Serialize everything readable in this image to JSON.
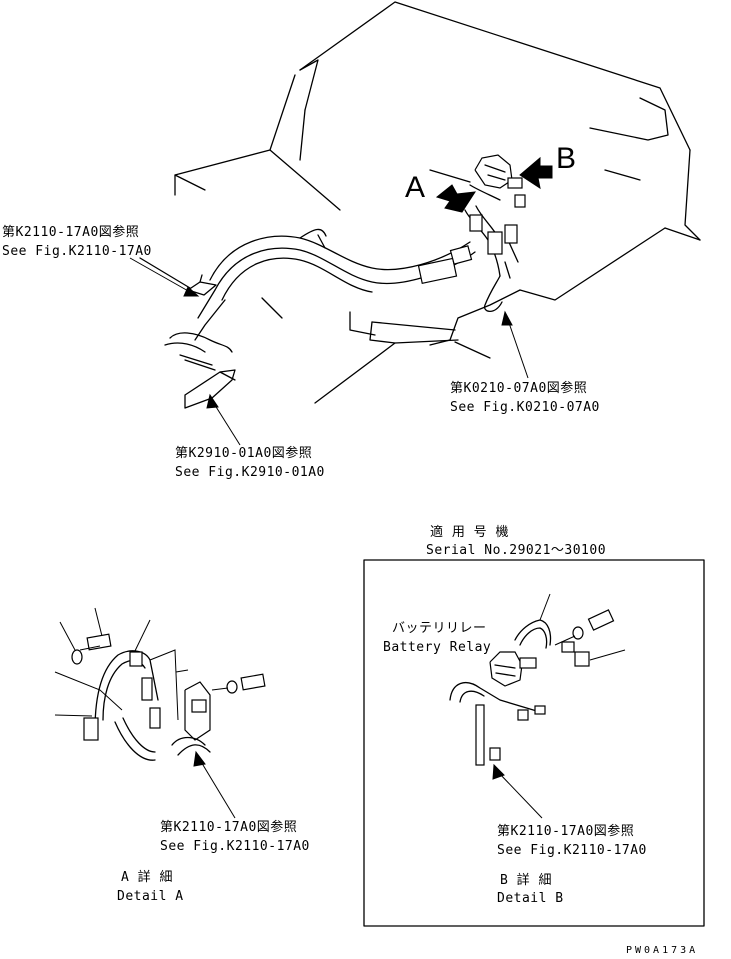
{
  "main_view": {
    "label_a": "A",
    "label_b": "B",
    "ref_k2110_jp": "第K2110-17A0図参照",
    "ref_k2110_en": "See Fig.K2110-17A0",
    "ref_k0210_jp": "第K0210-07A0図参照",
    "ref_k0210_en": "See Fig.K0210-07A0",
    "ref_k2910_jp": "第K2910-01A0図参照",
    "ref_k2910_en": "See Fig.K2910-01A0"
  },
  "detail_a": {
    "ref_jp": "第K2110-17A0図参照",
    "ref_en": "See Fig.K2110-17A0",
    "title_jp": "A 詳 細",
    "title_en": "Detail A"
  },
  "detail_b": {
    "serial_jp": "適 用 号 機",
    "serial_en": "Serial No.29021～30100",
    "relay_jp": "バッテリリレー",
    "relay_en": "Battery Relay",
    "ref_jp": "第K2110-17A0図参照",
    "ref_en": "See Fig.K2110-17A0",
    "title_jp": "B 詳 細",
    "title_en": "Detail B"
  },
  "drawing_code": "PW0A173A"
}
